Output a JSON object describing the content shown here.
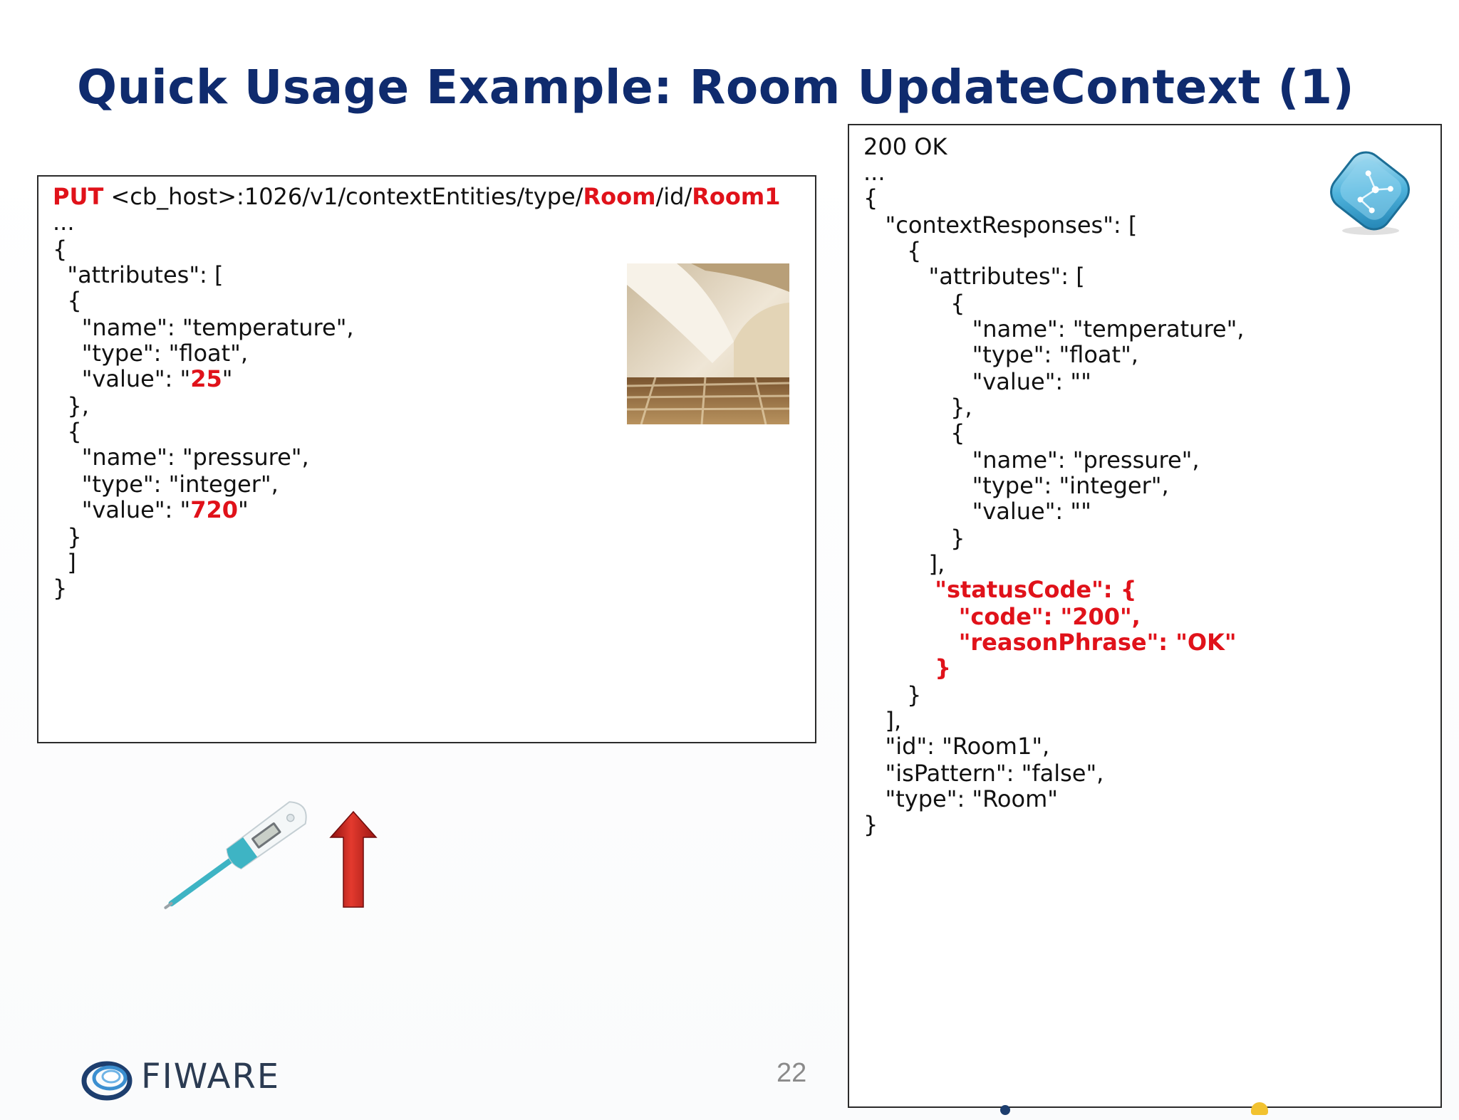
{
  "slide": {
    "title": "Quick Usage Example: Room UpdateContext (1)",
    "page_number": "22",
    "logo_text": "FIWARE"
  },
  "request": {
    "method": "PUT",
    "url_prefix": " <cb_host>:1026/v1/contextEntities/type/",
    "type": "Room",
    "url_mid": "/id/",
    "id": "Room1",
    "lines": [
      "...",
      "{",
      "  \"attributes\": [",
      "  {",
      "    \"name\": \"temperature\",",
      "    \"type\": \"float\",",
      "  },",
      "  {",
      "    \"name\": \"pressure\",",
      "    \"type\": \"integer\",",
      "  }",
      "  ]",
      "}"
    ],
    "value_prefix": "    \"value\": \"",
    "value_suffix": "\"",
    "temperature_value": "25",
    "pressure_value": "720"
  },
  "response": {
    "lines": [
      "200 OK",
      "...",
      "{",
      "   \"contextResponses\": [",
      "      {",
      "         \"attributes\": [",
      "            {",
      "               \"name\": \"temperature\",",
      "               \"type\": \"float\",",
      "               \"value\": \"\"",
      "            },",
      "            {",
      "               \"name\": \"pressure\",",
      "               \"type\": \"integer\",",
      "               \"value\": \"\"",
      "            }",
      "         ],",
      "         \"statusCode\": {",
      "            \"code\": \"200\",",
      "            \"reasonPhrase\": \"OK\"",
      "         }",
      "      }",
      "   ],",
      "   \"id\": \"Room1\",",
      "   \"isPattern\": \"false\",",
      "   \"type\": \"Room\"",
      "}"
    ]
  },
  "icons": {
    "broker": "context-broker-icon",
    "thermometer": "thermometer-icon",
    "arrow": "arrow-up-icon",
    "room": "room-photo",
    "logo": "fiware-logo"
  },
  "colors": {
    "title": "#0f2b6e",
    "highlight": "#e0121a",
    "text": "#111111",
    "page_number": "#8a8a8a"
  }
}
